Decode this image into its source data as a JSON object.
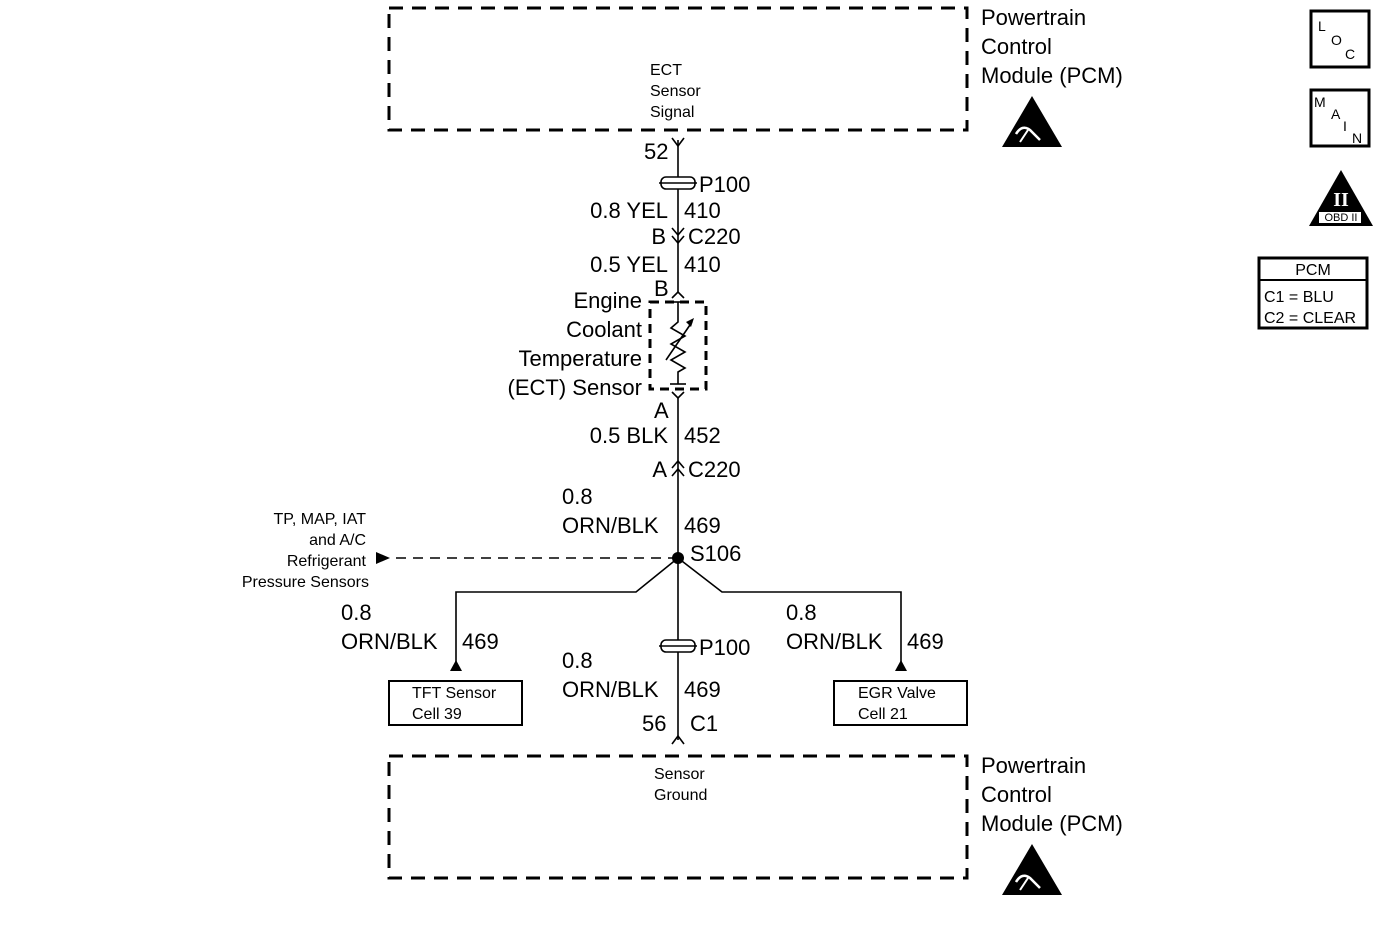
{
  "pcm_top": {
    "title_lines": [
      "Powertrain",
      "Control",
      "Module (PCM)"
    ],
    "signal_lines": [
      "ECT",
      "Sensor",
      "Signal"
    ],
    "pin": "52"
  },
  "pcm_bottom": {
    "title_lines": [
      "Powertrain",
      "Control",
      "Module (PCM)"
    ],
    "signal_lines": [
      "Sensor",
      "Ground"
    ],
    "pin": "56",
    "connector": "C1"
  },
  "connectors": {
    "p100_top": "P100",
    "c220_top_pin": "B",
    "c220_top": "C220",
    "c220_bottom_pin": "A",
    "c220_bottom": "C220",
    "p100_bottom": "P100"
  },
  "wires": {
    "w1_gauge": "0.8 YEL",
    "w1_circuit": "410",
    "w2_gauge": "0.5 YEL",
    "w2_circuit": "410",
    "w3_gauge": "0.5 BLK",
    "w3_circuit": "452",
    "w4_gauge": "0.8",
    "w4_color": "ORN/BLK",
    "w4_circuit": "469",
    "left_gauge": "0.8",
    "left_color": "ORN/BLK",
    "left_circuit": "469",
    "right_gauge": "0.8",
    "right_color": "ORN/BLK",
    "right_circuit": "469",
    "bottom_gauge": "0.8",
    "bottom_color": "ORN/BLK",
    "bottom_circuit": "469"
  },
  "sensor": {
    "name_lines": [
      "Engine",
      "Coolant",
      "Temperature",
      "(ECT) Sensor"
    ],
    "pin_top": "B",
    "pin_bottom": "A"
  },
  "splice": {
    "label": "S106",
    "other_sensors_lines": [
      "TP, MAP, IAT",
      "and A/C",
      "Refrigerant",
      "Pressure Sensors"
    ]
  },
  "tft_box": {
    "lines": [
      "TFT Sensor",
      "Cell 39"
    ]
  },
  "egr_box": {
    "lines": [
      "EGR Valve",
      "Cell 21"
    ]
  },
  "legend": {
    "loc": [
      "L",
      "O",
      "C"
    ],
    "main": [
      "M",
      "A",
      "I",
      "N"
    ],
    "obd_numeral": "II",
    "obd_text": "OBD II",
    "pcm_table": {
      "header": "PCM",
      "rows": [
        "C1 = BLU",
        "C2 = CLEAR"
      ]
    }
  }
}
